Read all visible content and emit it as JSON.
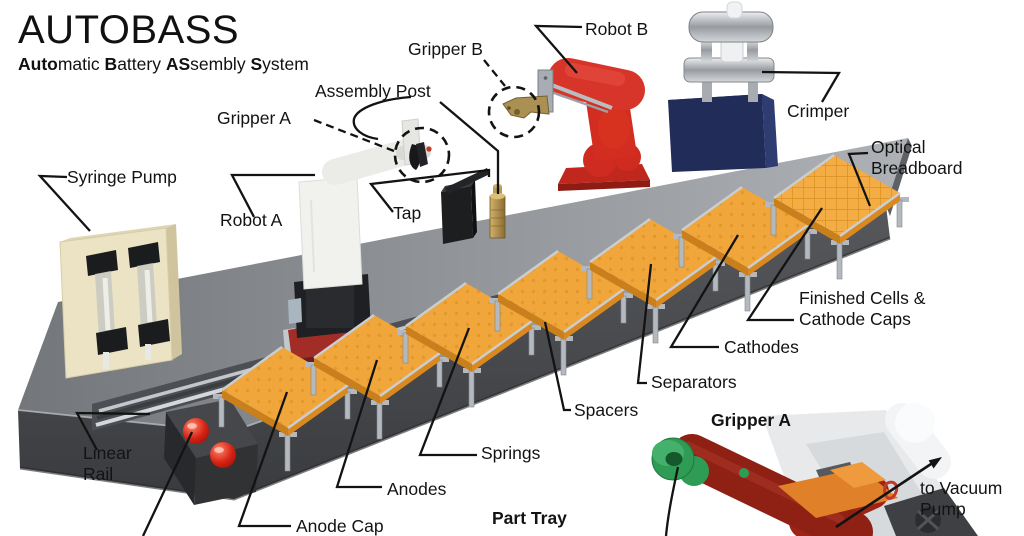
{
  "figure": {
    "title": "AUTOBASS",
    "subtitle_parts": [
      "Auto",
      "matic ",
      "B",
      "attery ",
      "AS",
      "sembly ",
      "S",
      "ystem"
    ]
  },
  "labels": {
    "syringe_pump": "Syringe Pump",
    "robot_a": "Robot A",
    "gripper_a": "Gripper A",
    "tap": "Tap",
    "assembly_post": "Assembly Post",
    "gripper_b": "Gripper B",
    "robot_b": "Robot B",
    "crimper": "Crimper",
    "optical_breadboard": "Optical\nBreadboard",
    "finished_cells": "Finished Cells &\nCathode Caps",
    "cathodes": "Cathodes",
    "separators": "Separators",
    "spacers": "Spacers",
    "springs": "Springs",
    "anodes": "Anodes",
    "part_tray": "Part Tray",
    "anode_cap": "Anode Cap",
    "linear_rail": "Linear\nRail",
    "inset_title": "Gripper A",
    "to_vacuum_pump": "to Vacuum\nPump"
  },
  "colors": {
    "tray_orange": "#F0A63A",
    "deck_gray": "#8F9296",
    "robot_a_white": "#F1F1EE",
    "robot_b_red": "#D32D22",
    "crimper_blue": "#222C58",
    "syringe_pump_beige": "#EBE3C3",
    "gripper_tip_green": "#2F9C55",
    "anode_cap_red": "#D62314",
    "brass": "#AB9054"
  }
}
